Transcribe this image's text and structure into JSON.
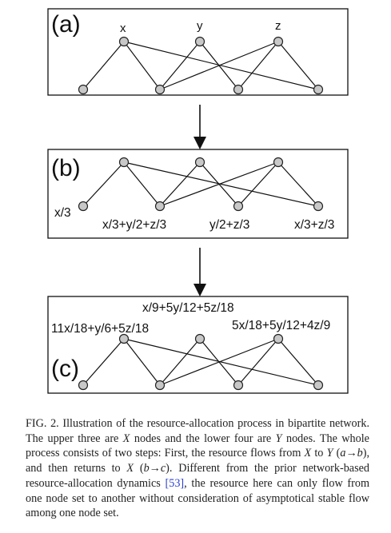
{
  "figure": {
    "panels": [
      {
        "label": "(a)",
        "top_labels": [
          "x",
          "y",
          "z"
        ],
        "bottom_labels": [
          "",
          "",
          "",
          ""
        ]
      },
      {
        "label": "(b)",
        "top_labels": [
          "",
          "",
          ""
        ],
        "bottom_labels": [
          "x/3",
          "x/3+y/2+z/3",
          "y/2+z/3",
          "x/3+z/3"
        ]
      },
      {
        "label": "(c)",
        "top_labels": [
          "11x/18+y/6+5z/18",
          "x/9+5y/12+5z/18",
          "5x/18+5y/12+4z/9"
        ],
        "bottom_labels": [
          "",
          "",
          "",
          ""
        ]
      }
    ],
    "edges": [
      [
        0,
        0
      ],
      [
        0,
        1
      ],
      [
        0,
        3
      ],
      [
        1,
        1
      ],
      [
        1,
        2
      ],
      [
        2,
        1
      ],
      [
        2,
        2
      ],
      [
        2,
        3
      ]
    ]
  },
  "caption": {
    "parts": [
      "FIG. 2. Illustration of the resource-allocation process in bipartite network. The upper three are ",
      "X",
      " nodes and the lower four are ",
      "Y",
      " nodes. The whole process consists of two steps: First, the resource flows from ",
      "X",
      " to ",
      "Y",
      " (",
      "a",
      "→",
      "b",
      "), and then returns to ",
      "X",
      " (",
      "b",
      "→",
      "c",
      "). Different from the prior network-based resource-allocation dynamics ",
      "[53]",
      ", the resource here can only flow from one node set to another without consideration of asymptotical stable flow among one node set."
    ]
  }
}
